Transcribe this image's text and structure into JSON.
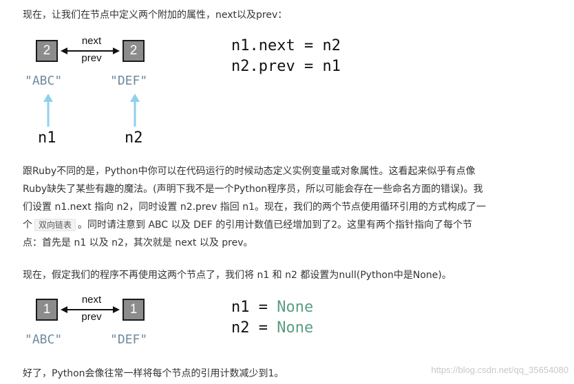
{
  "paragraphs": {
    "p1": "现在，让我们在节点中定义两个附加的属性，next以及prev：",
    "p2": {
      "l1": "跟Ruby不同的是，Python中你可以在代码运行的时候动态定义实例变量或对象属性。这看起来似乎有点像",
      "l2": "Ruby缺失了某些有趣的魔法。(声明下我不是一个Python程序员，所以可能会存在一些命名方面的错误)。我",
      "l3": "们设置 n1.next 指向 n2，同时设置 n2.prev 指回 n1。现在，我们的两个节点使用循环引用的方式构成了一",
      "l4a": "个",
      "l4code": "双向链表",
      "l4b": "。同时请注意到 ABC 以及 DEF 的引用计数值已经增加到了2。这里有两个指针指向了每个节",
      "l5": "点：首先是 n1 以及 n2，其次就是 next 以及 prev。"
    },
    "p3": "现在，假定我们的程序不再使用这两个节点了，我们将 n1 和 n2 都设置为null(Python中是None)。",
    "p4": "好了，Python会像往常一样将每个节点的引用计数减少到1。"
  },
  "diagram1": {
    "left_count": "2",
    "right_count": "2",
    "next_label": "next",
    "prev_label": "prev",
    "left_string": "\"ABC\"",
    "right_string": "\"DEF\"",
    "var1": "n1",
    "var2": "n2",
    "code_line1": "n1.next = n2",
    "code_line2": "n2.prev = n1"
  },
  "diagram2": {
    "left_count": "1",
    "right_count": "1",
    "next_label": "next",
    "prev_label": "prev",
    "left_string": "\"ABC\"",
    "right_string": "\"DEF\"",
    "code1_var": "n1",
    "code1_eq": " = ",
    "code1_val": "None",
    "code2_var": "n2",
    "code2_eq": " = ",
    "code2_val": "None"
  },
  "watermark": "https://blog.csdn.net/qq_35654080",
  "colors": {
    "arrow_blue": "#8fd0ec",
    "none_green": "#5a9e82",
    "box_gray": "#8c8c8c"
  }
}
